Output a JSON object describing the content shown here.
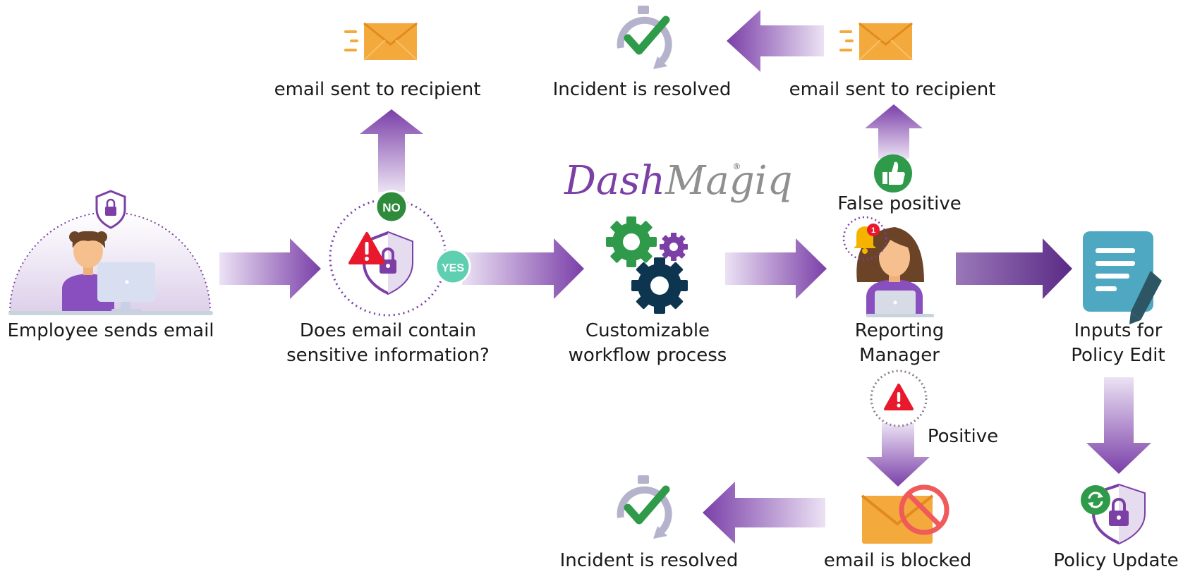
{
  "brand": {
    "name_part1": "Dash",
    "name_part2": "Magiq",
    "registered_mark": "®",
    "colors": {
      "part1": "#7b3fa6",
      "part2": "#8f8f8f"
    }
  },
  "colors": {
    "arrow_purple": "#7a3fa8",
    "arrow_light": "#e8dcf2",
    "shield_purple": "#7b3fa6",
    "warning_red": "#e8192c",
    "envelope_orange": "#f4a93c",
    "thumbs_green": "#2e9a4a",
    "yes_teal": "#5ecfb0",
    "no_green": "#2e8b3c",
    "gear_green": "#2e9a4a",
    "gear_navy": "#0d3550",
    "gear_purple": "#7b3fa6",
    "doc_teal": "#4fa8c2",
    "pencil_dark": "#2c5663",
    "block_red": "#f05a5a",
    "clock_grey": "#b5b3cc",
    "check_green": "#2e9a4a"
  },
  "nodes": {
    "employee": {
      "line1": "Employee sends email",
      "icon": "employee-at-computer-icon"
    },
    "check_sensitive": {
      "line1": "Does email contain",
      "line2": "sensitive information?",
      "icon": "warning-shield-lock-icon"
    },
    "workflow": {
      "line1": "Customizable",
      "line2": "workflow process",
      "icon": "gears-icon"
    },
    "manager": {
      "line1": "Reporting",
      "line2": "Manager",
      "icon": "manager-with-laptop-icon"
    },
    "policy_inputs": {
      "line1": "Inputs for",
      "line2": "Policy Edit",
      "icon": "document-edit-icon"
    },
    "policy_update": {
      "line1": "Policy Update",
      "icon": "shield-refresh-lock-icon"
    },
    "email_sent_left": {
      "line1": "email sent to recipient",
      "icon": "envelope-icon"
    },
    "email_sent_right": {
      "line1": "email sent to recipient",
      "icon": "envelope-icon"
    },
    "resolved_top": {
      "line1": "Incident is resolved",
      "icon": "clock-check-icon"
    },
    "resolved_bottom": {
      "line1": "Incident is resolved",
      "icon": "clock-check-icon"
    },
    "email_blocked": {
      "line1": "email is blocked",
      "icon": "envelope-blocked-icon"
    }
  },
  "badges": {
    "no": "NO",
    "yes": "YES",
    "false_positive": "False positive",
    "positive": "Positive",
    "notification_count": "1"
  }
}
